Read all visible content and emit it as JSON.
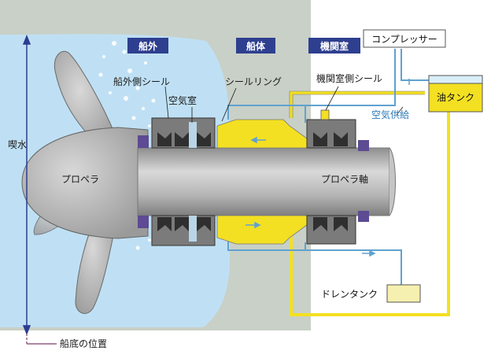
{
  "regions": {
    "outboard": "船外",
    "hull": "船体",
    "engine_room": "機関室"
  },
  "labels": {
    "outboard_seal": "船外側シール",
    "air_chamber": "空気室",
    "seal_ring": "シールリング",
    "engine_room_seal": "機関室側シール",
    "air_supply": "空気供給",
    "propeller": "プロペラ",
    "propeller_shaft": "プロペラ軸",
    "draft": "喫水",
    "bottom_position": "船底の位置"
  },
  "components": {
    "compressor": "コンプレッサー",
    "oil_tank": "油タンク",
    "drain_tank": "ドレンタンク"
  },
  "colors": {
    "sea": "#bfe0f4",
    "hull": "#c9d0c7",
    "oil": "#f3e022",
    "shaft": "#bcbcbc",
    "air_pipe": "#5fa2cf",
    "tag_bg": "#2e3f8f",
    "flange": "#5d4b93",
    "seal": "#3d3d3d"
  }
}
